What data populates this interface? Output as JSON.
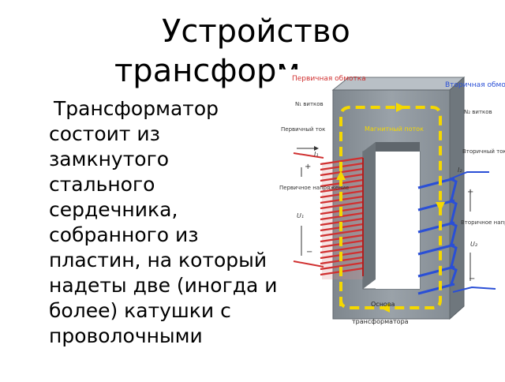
{
  "slide": {
    "title_line1": "Устройство",
    "title_line2": "трансформ",
    "body": "Трансформатор состоит из замкнутого стального сердечника, собранного из пластин, на который надеты две (иногда и более) катушки с проволочными"
  },
  "diagram": {
    "primary_winding": "Первичная обмотка",
    "primary_turns": "N₁ витков",
    "secondary_winding": "Вторичная обмотка",
    "secondary_turns": "N₂ витков",
    "primary_current": "Первичный ток",
    "i1": "I₁",
    "primary_voltage": "Первичное напряжение",
    "u1": "U₁",
    "magnetic_flux": "Магнитный поток",
    "secondary_current": "Вторичный ток",
    "i2": "I₂",
    "secondary_voltage": "Вторичное напряжение",
    "u2": "U₂",
    "plus": "+",
    "minus": "−",
    "core_label_1": "Основа",
    "core_label_2": "трансформатора",
    "colors": {
      "primary": "#d03030",
      "secondary": "#2a4fd6",
      "flux": "#f5d800",
      "core": "#8f979e"
    }
  }
}
